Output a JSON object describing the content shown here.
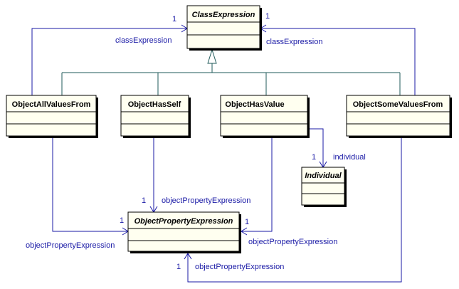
{
  "colors": {
    "background": "#ffffff",
    "box_fill": "#fffff0",
    "box_stroke": "#000000",
    "inheritance_line": "#1f5a5a",
    "association_line": "#1a1aa6",
    "role_text": "#1a1aa6",
    "class_text": "#000000",
    "shadow": "#000000"
  },
  "classes": [
    {
      "key": "class_expression",
      "name": "ClassExpression",
      "abstract": true
    },
    {
      "key": "object_all_values_from",
      "name": "ObjectAllValuesFrom",
      "abstract": false
    },
    {
      "key": "object_has_self",
      "name": "ObjectHasSelf",
      "abstract": false
    },
    {
      "key": "object_has_value",
      "name": "ObjectHasValue",
      "abstract": false
    },
    {
      "key": "object_some_values_from",
      "name": "ObjectSomeValuesFrom",
      "abstract": false
    },
    {
      "key": "individual",
      "name": "Individual",
      "abstract": true
    },
    {
      "key": "object_property_expression",
      "name": "ObjectPropertyExpression",
      "abstract": true
    }
  ],
  "associations": [
    {
      "key": "all_values_class",
      "role": "classExpression",
      "multiplicity": "1"
    },
    {
      "key": "some_values_class",
      "role": "classExpression",
      "multiplicity": "1"
    },
    {
      "key": "has_value_individual",
      "role": "individual",
      "multiplicity": "1"
    },
    {
      "key": "has_self_property",
      "role": "objectPropertyExpression",
      "multiplicity": "1"
    },
    {
      "key": "all_values_property",
      "role": "objectPropertyExpression",
      "multiplicity": "1"
    },
    {
      "key": "has_value_property",
      "role": "objectPropertyExpression",
      "multiplicity": "1"
    },
    {
      "key": "some_values_property",
      "role": "objectPropertyExpression",
      "multiplicity": "1"
    }
  ]
}
